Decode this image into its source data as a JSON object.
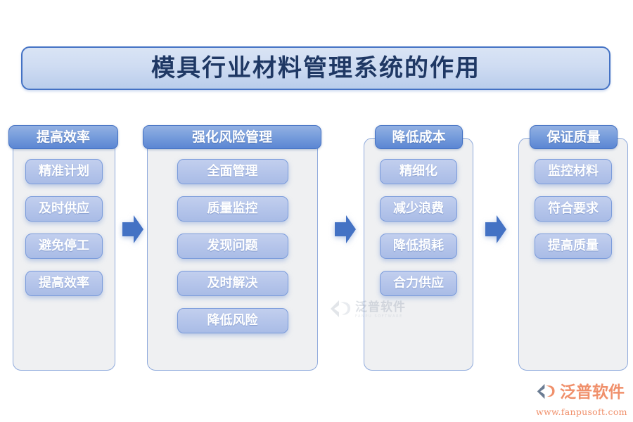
{
  "title": {
    "text": "模具行业材料管理系统的作用"
  },
  "colors": {
    "title_text": "#1f3864",
    "title_box_border": "#4472c4",
    "header_blue": "#5b86d3",
    "pill_fill": "#b4c4ea",
    "panel_bg": "#eff0f2",
    "panel_border": "#8faadc",
    "arrow_blue": "#4472c4",
    "logo_orange": "#f0906b"
  },
  "columns": [
    {
      "header": "提高效率",
      "items": [
        "精准计划",
        "及时供应",
        "避免停工",
        "提高效率"
      ]
    },
    {
      "header": "强化风险管理",
      "items": [
        "全面管理",
        "质量监控",
        "发现问题",
        "及时解决",
        "降低风险"
      ]
    },
    {
      "header": "降低成本",
      "items": [
        "精细化",
        "减少浪费",
        "降低损耗",
        "合力供应"
      ]
    },
    {
      "header": "保证质量",
      "items": [
        "监控材料",
        "符合要求",
        "提高质量"
      ]
    }
  ],
  "arrows": [
    {
      "name": "arrow-1",
      "icon": "arrow-right-icon"
    },
    {
      "name": "arrow-2",
      "icon": "arrow-right-icon"
    },
    {
      "name": "arrow-3",
      "icon": "arrow-right-icon"
    }
  ],
  "watermark": {
    "cn": "泛普软件",
    "en": "FANPU SOFTWARE"
  },
  "logo": {
    "cn": "泛普软件",
    "url": "www.fanpusoft.com"
  }
}
